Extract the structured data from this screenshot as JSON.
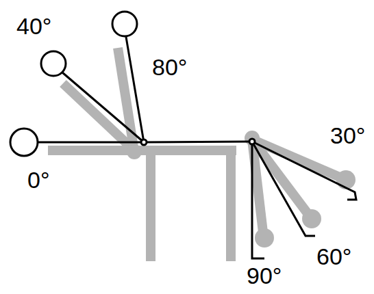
{
  "diagram": {
    "labels": [
      "40°",
      "80°",
      "0°",
      "30°",
      "60°",
      "90°"
    ]
  }
}
